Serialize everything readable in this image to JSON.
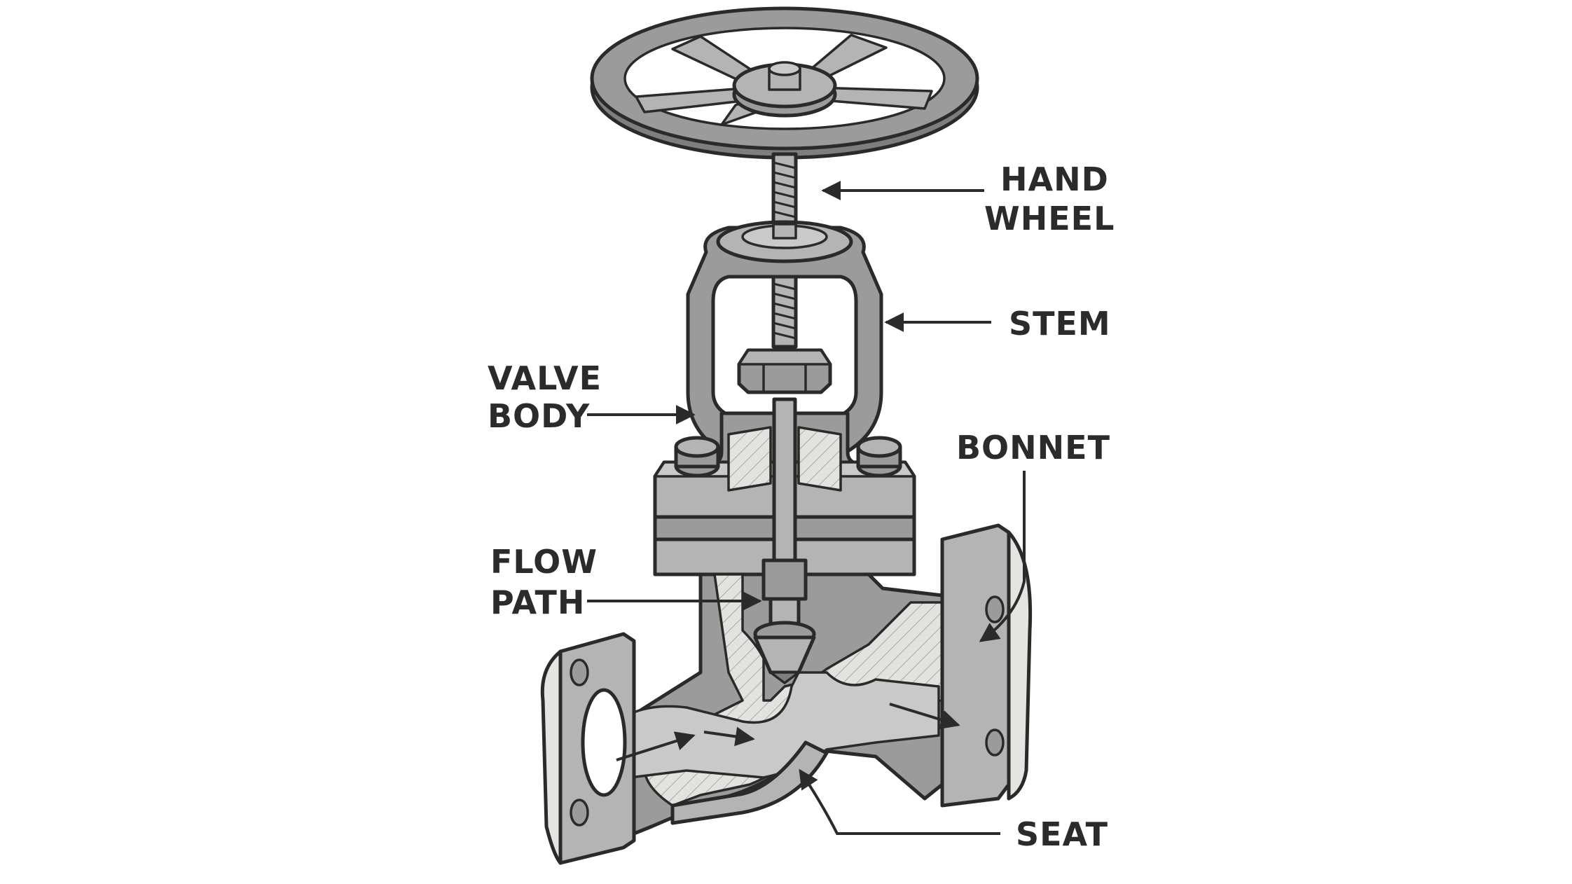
{
  "labels": {
    "hand_wheel": [
      "HAND",
      "WHEEL"
    ],
    "stem": "STEM",
    "valve_body": [
      "VALVE",
      "BODY"
    ],
    "bonnet": "BONNET",
    "flow_path": [
      "FLOW",
      "PATH"
    ],
    "seat": "SEAT"
  },
  "colors": {
    "outline": "#2a2a2a",
    "metal_dark": "#9b9b9b",
    "metal_mid": "#b4b4b4",
    "metal_light": "#c9c9c9",
    "cut_face": "#e4e4e0",
    "label": "#2b2b2b"
  }
}
